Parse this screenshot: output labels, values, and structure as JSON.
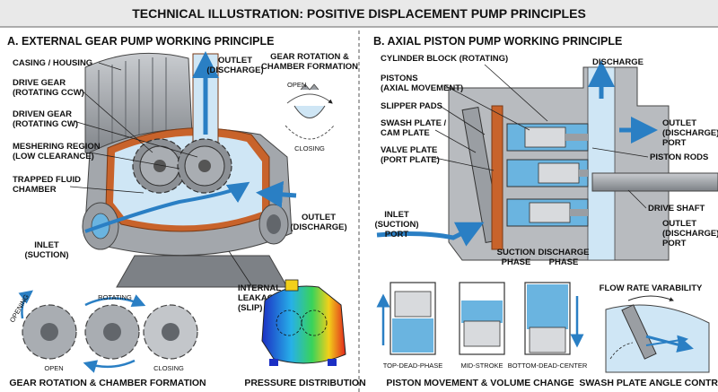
{
  "title": "TECHNICAL ILLUSTRATION: POSITIVE DISPLACEMENT PUMP PRINCIPLES",
  "gear": {
    "heading": "A. EXTERNAL GEAR PUMP WORKING PRINCIPLE",
    "casing_1": "CASING / HOUSING",
    "drive_1": "DRIVE GEAR",
    "drive_2": "(ROTATING CCW)",
    "driven_1": "DRIVEN GEAR",
    "driven_2": "(ROTATING CW)",
    "mesh_1": "MESHERING REGION",
    "mesh_2": "(LOW CLEARANCE)",
    "trap_1": "TRAPPED FLUID",
    "trap_2": "CHAMBER",
    "inlet_1": "INLET",
    "inlet_2": "(SUCTION)",
    "outlet_top_1": "OUTLET",
    "outlet_top_2": "(DISCHARGE)",
    "outlet_right_1": "OUTLET",
    "outlet_right_2": "(DISCHARGE)",
    "chamber_1": "GEAR ROTATION &",
    "chamber_2": "CHAMBER FORMATION",
    "open": "OPEN",
    "closing": "CLOSING",
    "leak_1": "INTERNAL",
    "leak_2": "LEAKAGE PATH",
    "leak_3": "(SLIP)",
    "seq_opening": "OPENING",
    "seq_rotating": "ROTATING",
    "seq_open": "OPEN",
    "seq_closing": "CLOSING",
    "caption_rotation": "GEAR ROTATION & CHAMBER FORMATION",
    "caption_pressure": "PRESSURE DISTRIBUTION"
  },
  "piston": {
    "heading": "B. AXIAL PISTON PUMP WORKING PRINCIPLE",
    "block": "CYLINDER BLOCK (ROTATING)",
    "pistons_1": "PISTONS",
    "pistons_2": "(AXIAL MOVEMENT)",
    "slipper": "SLIPPER PADS",
    "swash_1": "SWASH PLATE /",
    "swash_2": "CAM PLATE",
    "valve_1": "VALVE PLATE",
    "valve_2": "(PORT PLATE)",
    "inlet_1": "INLET",
    "inlet_2": "(SUCTION)",
    "inlet_3": "PORT",
    "discharge_top": "DISCHARGE",
    "outlet_a_1": "OUTLET",
    "outlet_a_2": "(DISCHARGE)",
    "outlet_a_3": "PORT",
    "rods": "PISTON RODS",
    "shaft": "DRIVE SHAFT",
    "outlet_b_1": "OUTLET",
    "outlet_b_2": "(DISCHARGE)",
    "outlet_b_3": "PORT",
    "suction_1": "SUCTION",
    "suction_2": "PHASE",
    "discharge_1": "DISCHARGE",
    "discharge_2": "PHASE",
    "tdc": "TOP-DEAD-PHASE",
    "mid": "MID-STROKE",
    "bdc": "BOTTOM-DEAD-CENTER",
    "caption_movement": "PISTON MOVEMENT & VOLUME CHANGE",
    "flow_var": "FLOW RATE VARABILITY",
    "caption_swash": "SWASH PLATE ANGLE CONTROL"
  },
  "colors": {
    "fluid": "#6ab4e0",
    "fluid_light": "#cfe6f5",
    "metal": "#9a9ea3",
    "metal_dark": "#62666b",
    "copper": "#c8632b",
    "arrow": "#2a7fc4"
  }
}
